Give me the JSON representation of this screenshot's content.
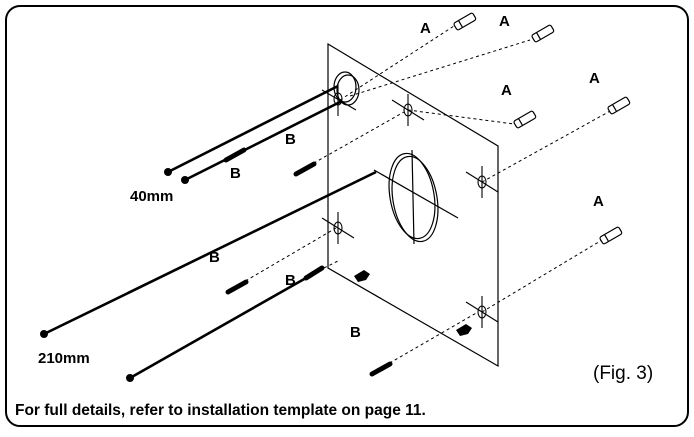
{
  "labels": {
    "a": "A",
    "b": "B",
    "short_length": "40mm",
    "long_length": "210mm"
  },
  "figure_label": "(Fig. 3)",
  "caption": "For full details, refer to installation template on page 11."
}
